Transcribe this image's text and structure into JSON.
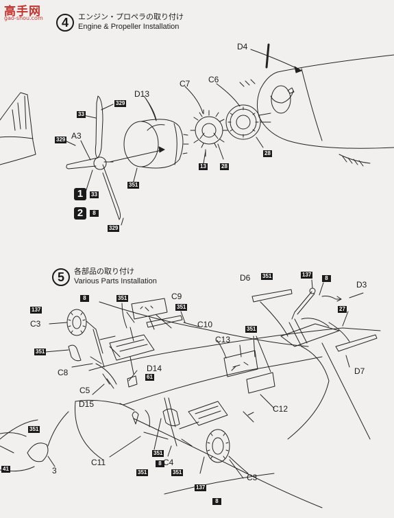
{
  "watermark": {
    "site_name": "高手网",
    "site_url": "gao-shou.com"
  },
  "step4": {
    "number": "4",
    "title_ja": "エンジン・プロペラの取り付け",
    "title_en": "Engine & Propeller Installation",
    "labels": {
      "d4": "D4",
      "c6": "C6",
      "c7": "C7",
      "d13": "D13",
      "a3": "A3"
    },
    "color_codes": {
      "c329_top": "329",
      "c33_top": "33",
      "c329_left": "329",
      "c13": "13",
      "c28_lower": "28",
      "c28_right": "28",
      "c351": "351",
      "c33_mix": "33",
      "c8_mix": "8",
      "c329_bottom": "329"
    },
    "mix_glyphs": {
      "g1": "1",
      "g2": "2"
    }
  },
  "step5": {
    "number": "5",
    "title_ja": "各部品の取り付け",
    "title_en": "Various Parts Installation",
    "labels": {
      "c3_top": "C3",
      "c8": "C8",
      "c5": "C5",
      "d15": "D15",
      "c11": "C11",
      "c4": "C4",
      "d14": "D14",
      "c9": "C9",
      "c10": "C10",
      "c13": "C13",
      "c12": "C12",
      "c3_bottom": "C3",
      "d6": "D6",
      "d3": "D3",
      "d7": "D7",
      "three": "3"
    },
    "color_codes": {
      "c137_left": "137",
      "c8_left": "8",
      "c351_left": "351",
      "c351_top": "351",
      "c351_c9": "351",
      "c61": "61",
      "c351_c13": "351",
      "c351_d6": "351",
      "c137_top": "137",
      "c8_top": "8",
      "c27": "27",
      "c351_cl": "351",
      "c8_c4": "8",
      "c351_c4a": "351",
      "c351_c4b": "351",
      "c137_bottom": "137",
      "c8_bottom": "8",
      "c351_edge": "351",
      "c41_edge": "41"
    }
  }
}
